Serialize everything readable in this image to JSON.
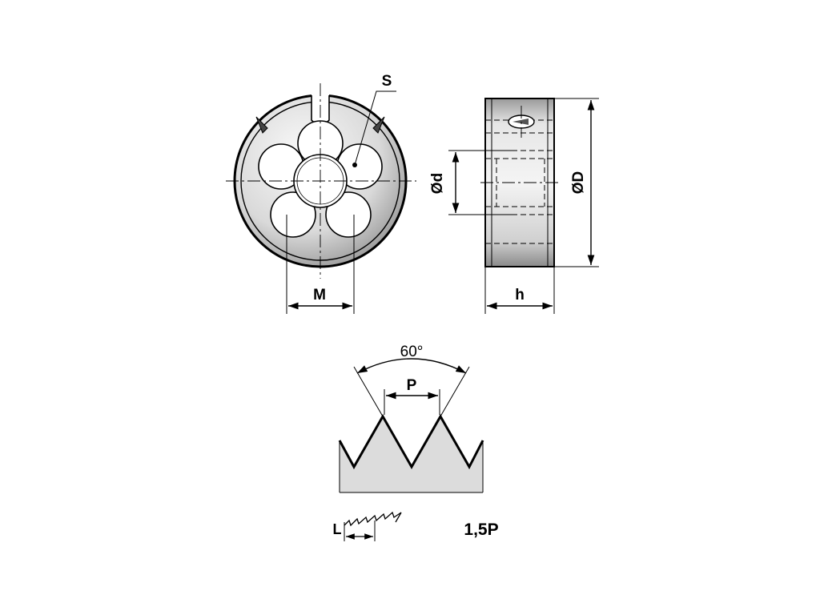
{
  "labels": {
    "slot_width": "S",
    "thread_size": "M",
    "bore_diameter": "Ød",
    "outer_diameter": "ØD",
    "thickness": "h",
    "thread_angle": "60°",
    "pitch": "P",
    "chamfer_length": "L",
    "chamfer_value": "1,5P"
  },
  "colors": {
    "line": "#000000",
    "metal_light": "#f2f2f2",
    "metal_dark": "#8c8c8c",
    "thread_fill": "#dcdcdc"
  }
}
